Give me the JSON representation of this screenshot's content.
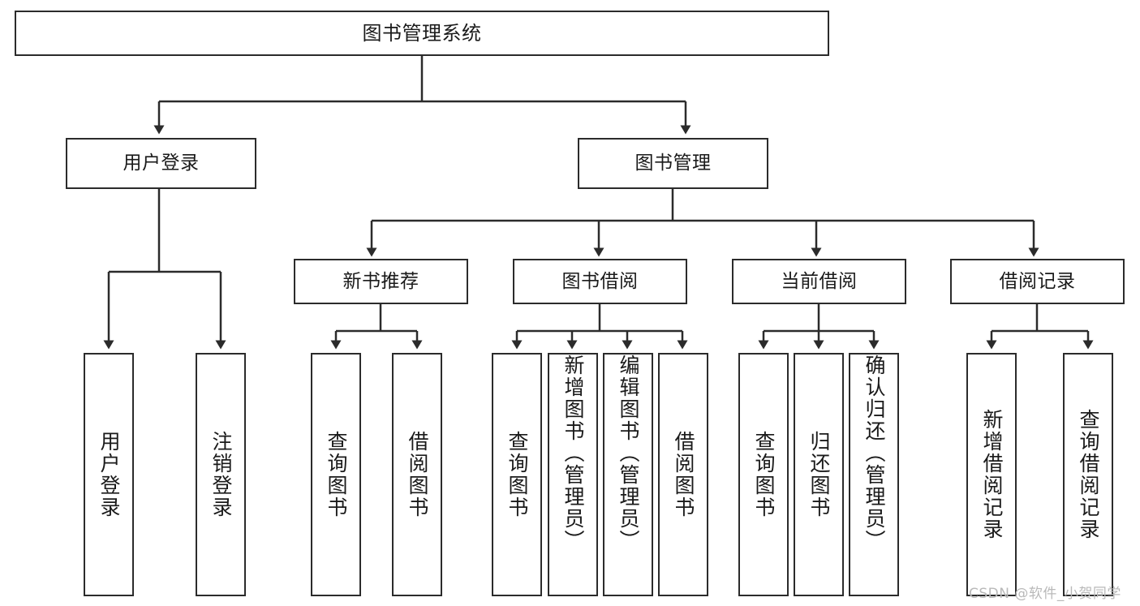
{
  "diagram": {
    "title": "图书管理系统",
    "type": "hierarchy-tree",
    "root": {
      "label": "图书管理系统"
    },
    "level2": [
      {
        "label": "用户登录"
      },
      {
        "label": "图书管理"
      }
    ],
    "level3": [
      {
        "label": "新书推荐"
      },
      {
        "label": "图书借阅"
      },
      {
        "label": "当前借阅"
      },
      {
        "label": "借阅记录"
      }
    ],
    "leaves_user_login": [
      {
        "label": "用户登录"
      },
      {
        "label": "注销登录"
      }
    ],
    "leaves_new_book": [
      {
        "label": "查询图书"
      },
      {
        "label": "借阅图书"
      }
    ],
    "leaves_borrow": [
      {
        "label": "查询图书"
      },
      {
        "label": "新增图书（管理员）"
      },
      {
        "label": "编辑图书（管理员）"
      },
      {
        "label": "借阅图书"
      }
    ],
    "leaves_current": [
      {
        "label": "查询图书"
      },
      {
        "label": "归还图书"
      },
      {
        "label": "确认归还（管理员）"
      }
    ],
    "leaves_records": [
      {
        "label": "新增借阅记录"
      },
      {
        "label": "查询借阅记录"
      }
    ]
  },
  "watermark": {
    "text": "CSDN @软件_小贺同学"
  },
  "colors": {
    "stroke": "#2b2b2b",
    "fill": "#ffffff",
    "text": "#1a1a1a",
    "watermark": "#b9b9b9"
  }
}
